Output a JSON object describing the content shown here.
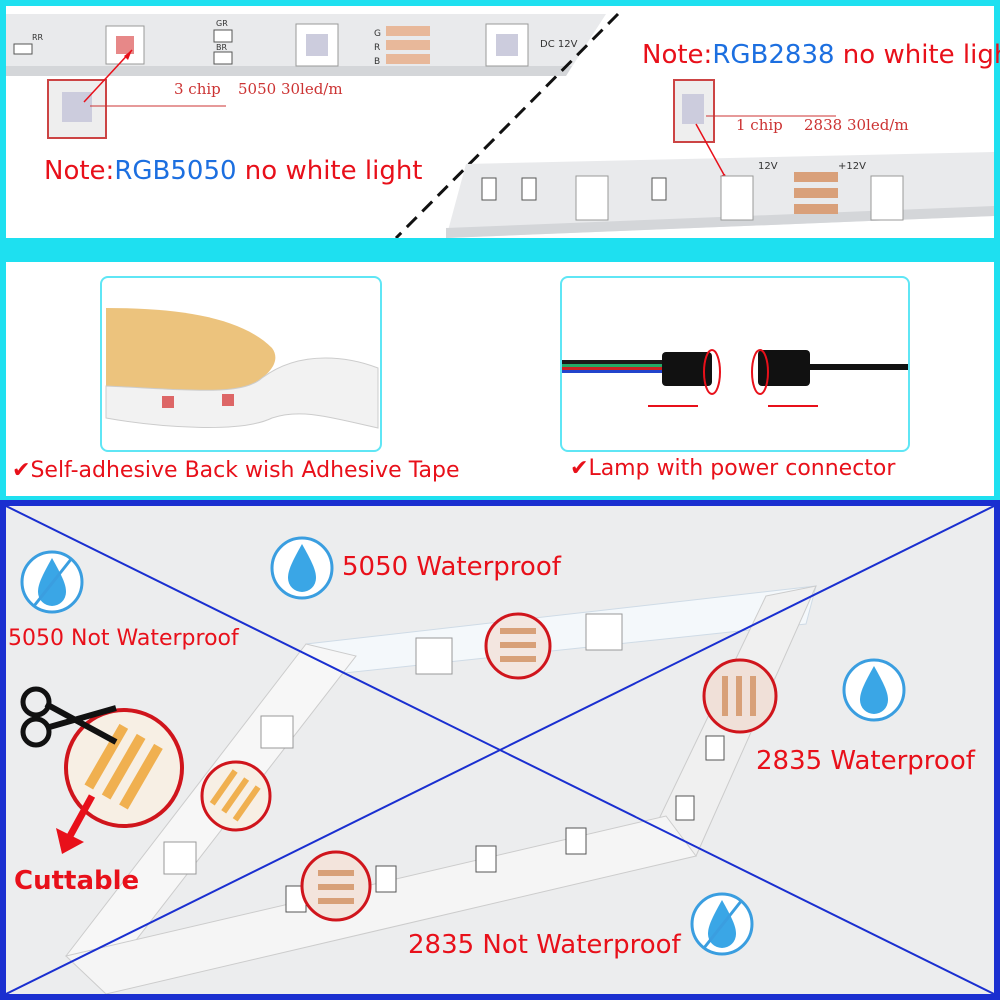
{
  "top": {
    "rgb5050_note_prefix": "Note:",
    "rgb5050_note_model": "RGB5050",
    "rgb5050_note_suffix": " no white light",
    "rgb5050_chip_label": "3 chip",
    "rgb5050_spec": "5050 30led/m",
    "rgb2838_note_prefix": "Note:",
    "rgb2838_note_model": "RGB2838",
    "rgb2838_note_suffix": " no white light",
    "rgb2838_chip_label": "1 chip",
    "rgb2838_spec": "2838 30led/m",
    "strip_text_dc": "DC 12V",
    "strip_text_12v": "12V",
    "strip_text_p12v": "+12V",
    "pad_g": "G",
    "pad_r": "R",
    "pad_b": "B",
    "pad_gr": "GR",
    "pad_br": "BR",
    "pad_rr": "RR"
  },
  "middle": {
    "adhesive_caption": "Self-adhesive Back wish  Adhesive Tape",
    "connector_caption": "Lamp with power connector",
    "check_symbol": "✔"
  },
  "bottom": {
    "w5050_label": "5050  Waterproof",
    "nw5050_label": "5050  Not Waterproof",
    "w2835_label": "2835  Waterproof",
    "nw2835_label": "2835  Not Waterproof",
    "cuttable_label": "Cuttable"
  },
  "colors": {
    "accent_red": "#e8101a",
    "accent_blue": "#1c6fe0",
    "frame_cyan": "#1ee0f0",
    "cross_blue": "#1a2fd0"
  }
}
